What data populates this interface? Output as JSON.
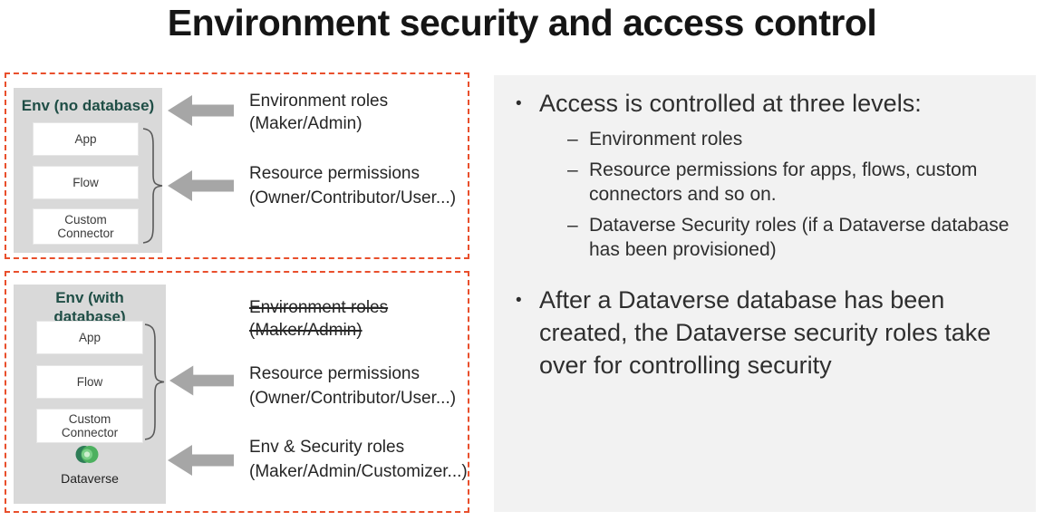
{
  "title": "Environment security and access control",
  "colors": {
    "dashed_border": "#E94F2C",
    "panel_gray": "#D9D9D9",
    "env_title_teal": "#1F4E46",
    "arrow_gray": "#A6A6A6",
    "notes_background": "#F2F2F2",
    "text_dark": "#262626",
    "dataverse_green_dark": "#2E7D57",
    "dataverse_green_light": "#4CB05F"
  },
  "left": {
    "no_db": {
      "title": "Env (no database)",
      "boxes": [
        "App",
        "Flow",
        "Custom Connector"
      ],
      "labels": [
        {
          "line1": "Environment roles",
          "line2": "(Maker/Admin)",
          "arrow": true,
          "strikethrough": false
        },
        {
          "line1": "Resource permissions",
          "line2": "(Owner/Contributor/User...)",
          "arrow": true,
          "strikethrough": false
        }
      ]
    },
    "with_db": {
      "title": "Env (with database)",
      "boxes": [
        "App",
        "Flow",
        "Custom Connector"
      ],
      "dataverse_label": "Dataverse",
      "labels": [
        {
          "line1": "Environment roles",
          "line2": "(Maker/Admin)",
          "arrow": false,
          "strikethrough": true
        },
        {
          "line1": "Resource permissions",
          "line2": "(Owner/Contributor/User...)",
          "arrow": true,
          "strikethrough": false
        },
        {
          "line1": "Env & Security roles",
          "line2": "(Maker/Admin/Customizer...)",
          "arrow": true,
          "strikethrough": false
        }
      ]
    }
  },
  "notes": {
    "bullet1": "Access is controlled at three levels:",
    "sub_bullets": [
      "Environment roles",
      "Resource permissions for apps, flows, custom connectors and so on.",
      "Dataverse Security roles (if a Dataverse database has been provisioned)"
    ],
    "bullet2": "After a Dataverse database has been created, the Dataverse security roles take over for controlling security",
    "bullet_marker": "•",
    "sub_marker": "–"
  }
}
